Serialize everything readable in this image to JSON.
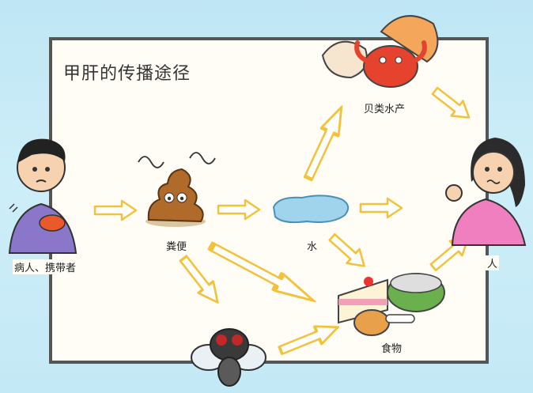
{
  "diagram": {
    "title": "甲肝的传播途径",
    "nodes": {
      "patient": "病人、携带者",
      "feces": "粪便",
      "water": "水",
      "shellfish": "贝类水产",
      "food": "食物",
      "person": "人"
    },
    "colors": {
      "frame": "#555555",
      "arrow_fill": "#ffffff",
      "arrow_stroke": "#f2c23a",
      "feces": "#b06a2a",
      "water": "#9fd4ec",
      "crab": "#e5432d",
      "shirt_patient": "#8b77c9",
      "shirt_person": "#f07fc0"
    }
  }
}
